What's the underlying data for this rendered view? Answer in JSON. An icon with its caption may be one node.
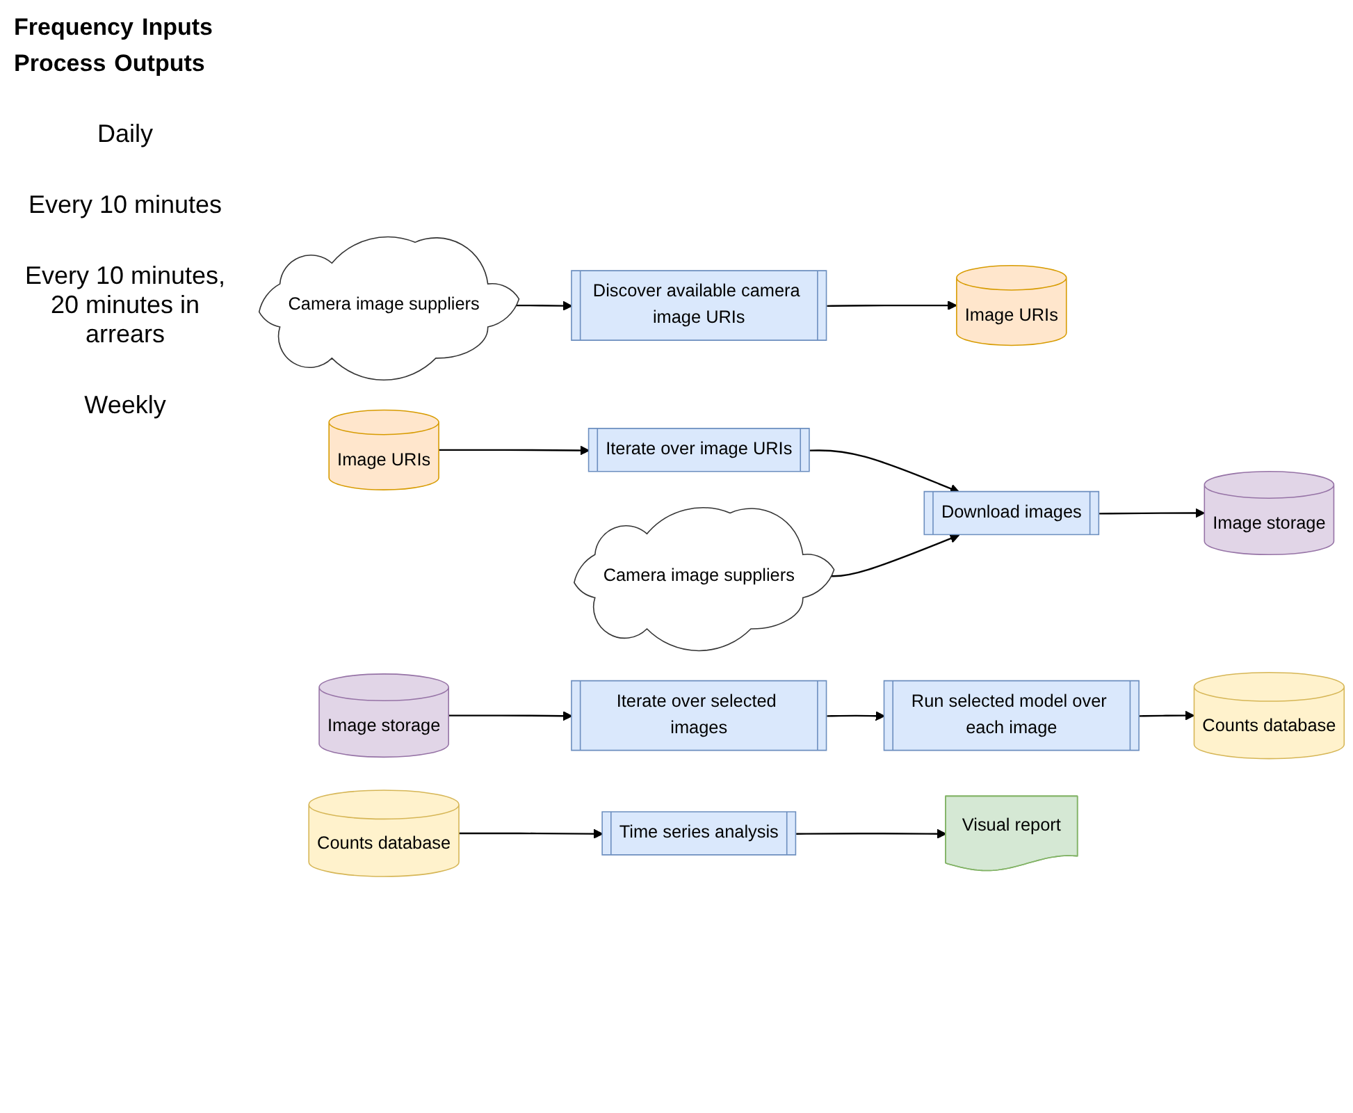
{
  "diagram": {
    "nodes": [
      {
        "text": [
          "Camera image suppliers"
        ]
      },
      {
        "text": [
          "Discover available camera image URIs"
        ]
      },
      {
        "text": [
          "Image URIs"
        ]
      },
      {
        "text": [
          "Image URIs"
        ]
      },
      {
        "text": [
          "Iterate over image URIs"
        ]
      },
      {
        "text": [
          "Camera image suppliers"
        ]
      },
      {
        "text": [
          "Download images"
        ]
      },
      {
        "text": [
          "Image storage"
        ]
      },
      {
        "text": [
          "Image storage"
        ]
      },
      {
        "text": [
          "Iterate over selected images"
        ]
      },
      {
        "text": [
          "Run selected model over each image"
        ]
      },
      {
        "text": [
          "Counts database"
        ]
      },
      {
        "text": [
          "Counts database"
        ]
      },
      {
        "text": [
          "Time series analysis"
        ]
      },
      {
        "text": [
          "Visual report"
        ]
      }
    ],
    "edges": [
      {
        "from": 0,
        "to": 1,
        "arrow": "to"
      },
      {
        "from": 1,
        "to": 2,
        "arrow": "to"
      },
      {
        "from": 3,
        "to": 4,
        "arrow": "to"
      },
      {
        "from": 4,
        "to": 6,
        "arrow": "to"
      },
      {
        "from": 5,
        "to": 6,
        "arrow": "to"
      },
      {
        "from": 6,
        "to": 7,
        "arrow": "to"
      },
      {
        "from": 8,
        "to": 9,
        "arrow": "to"
      },
      {
        "from": 9,
        "to": 10,
        "arrow": "to"
      },
      {
        "from": 10,
        "to": 11,
        "arrow": "to"
      },
      {
        "from": 12,
        "to": 13,
        "arrow": "to"
      },
      {
        "from": 13,
        "to": 14,
        "arrow": "to"
      }
    ],
    "labels": [
      "Frequency",
      "Inputs",
      "Process",
      "Outputs",
      "Daily",
      "Every 10 minutes",
      "Every 10 minutes, 20 minutes in arrears",
      "Weekly"
    ]
  }
}
